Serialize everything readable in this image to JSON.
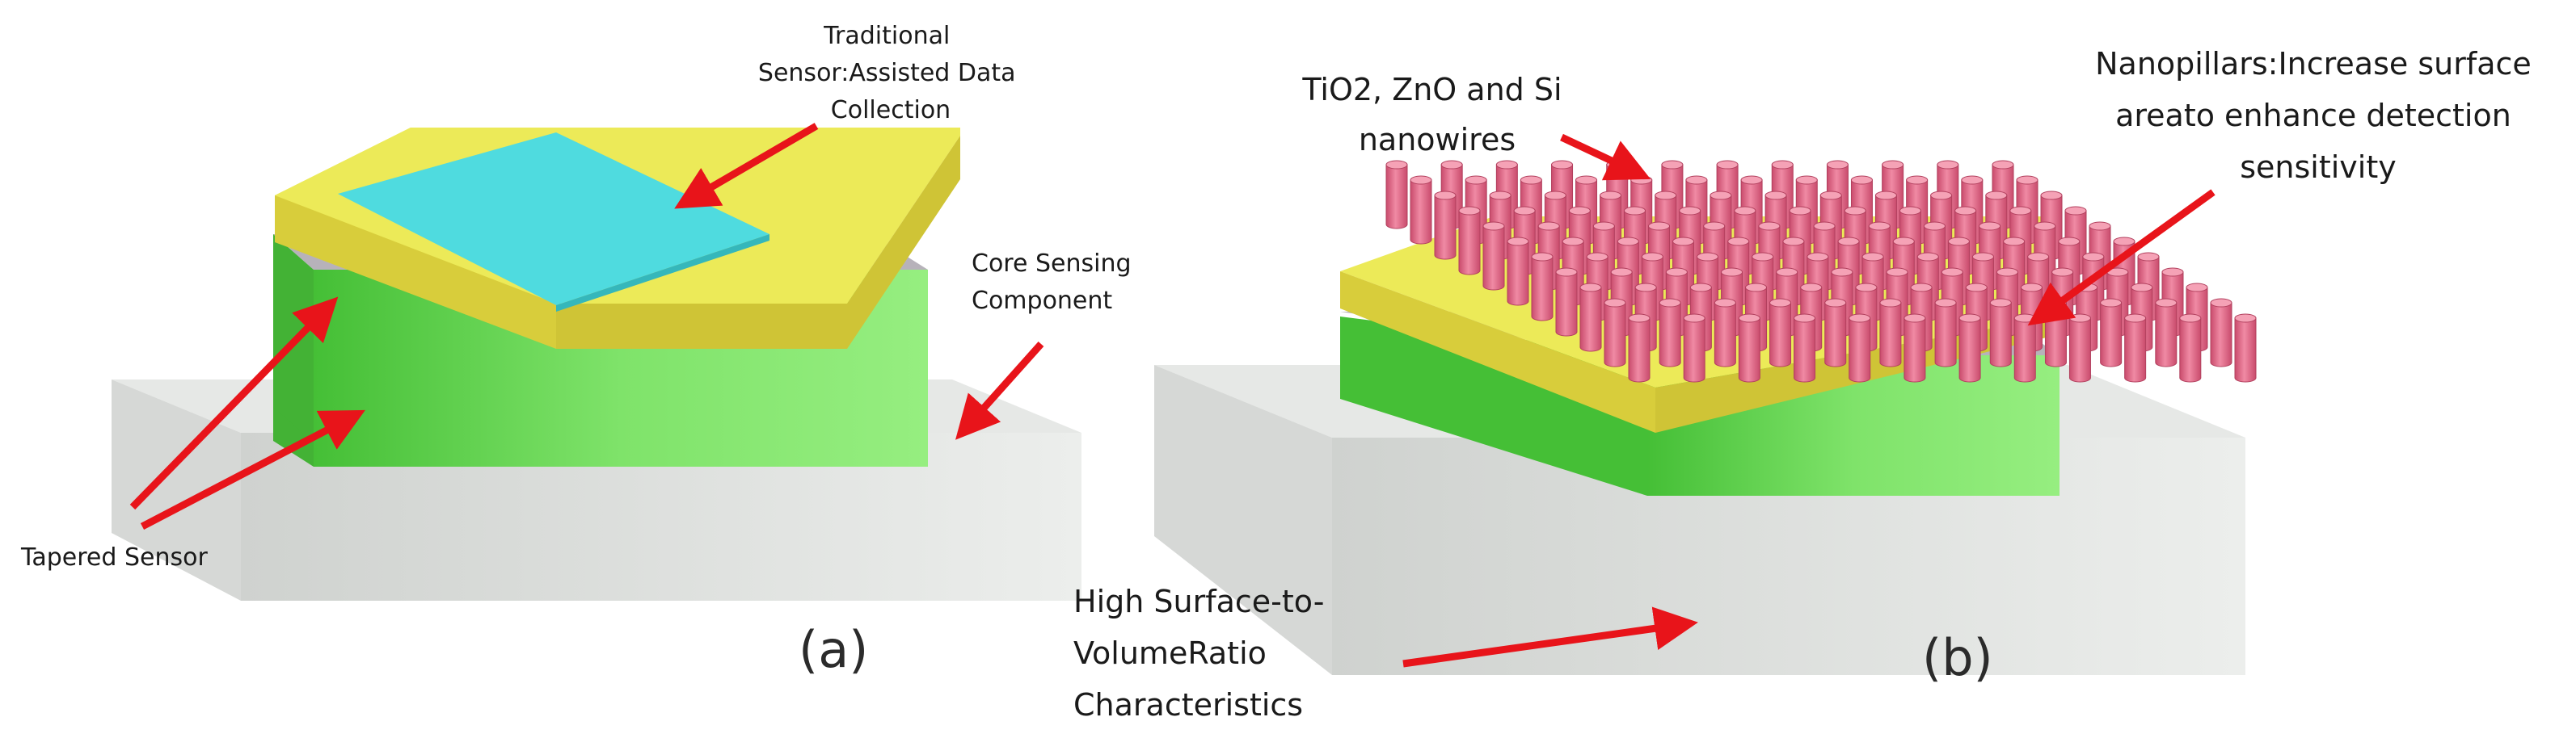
{
  "panel_a": {
    "caption": "(a)",
    "labels": {
      "traditional_sensor": [
        "Traditional",
        "Sensor:Assisted Data",
        "Collection"
      ],
      "core_sensing": [
        "Core Sensing",
        "Component"
      ],
      "tapered_sensor": [
        "Tapered Sensor"
      ]
    }
  },
  "panel_b": {
    "caption": "(b)",
    "labels": {
      "nanowires": [
        "TiO2, ZnO and Si",
        "nanowires"
      ],
      "nanopillars": [
        "Nanopillars:Increase surface",
        "areato enhance detection",
        "sensitivity"
      ],
      "high_surface": [
        "High Surface-to-",
        "VolumeRatio",
        "Characteristics"
      ]
    }
  },
  "colors": {
    "substrate_top": "#e6e8e6",
    "substrate_front": "#dadcda",
    "substrate_right": "#c7c9c7",
    "yellow_top": "#ecea58",
    "yellow_front": "#d6cc3a",
    "cyan_top": "#4fdbdf",
    "green_front": "#7fe36a",
    "green_right": "#4ec240",
    "spacer": "#b7b2ba",
    "pillar": "#e06a88",
    "pillar_top": "#f5a2b6",
    "arrow": "#e8141a"
  }
}
